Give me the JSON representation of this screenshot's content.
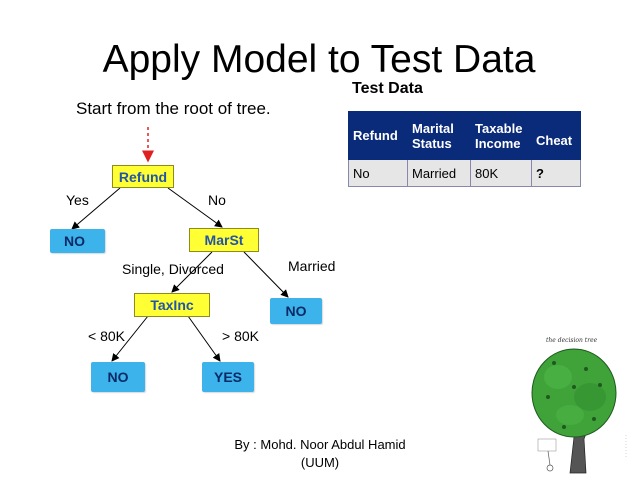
{
  "title": "Apply Model to Test Data",
  "subtitle": "Start from the root of tree.",
  "test_data": {
    "heading": "Test Data",
    "headers": [
      "Refund",
      "Marital\nStatus",
      "Taxable\nIncome",
      "Cheat"
    ],
    "row": [
      "No",
      "Married",
      "80K",
      "?"
    ]
  },
  "tree": {
    "root": "Refund",
    "root_yes": "Yes",
    "root_no": "No",
    "leaf_no_1": "NO",
    "marst": "MarSt",
    "marst_single": "Single, Divorced",
    "marst_married": "Married",
    "taxinc": "TaxInc",
    "leaf_no_2": "NO",
    "tax_low": "< 80K",
    "tax_high": "> 80K",
    "leaf_no_3": "NO",
    "leaf_yes": "YES"
  },
  "credit": {
    "line1": "By : Mohd. Noor Abdul Hamid",
    "line2": "(UUM)"
  },
  "cartoon_caption": "the decision tree",
  "colors": {
    "decision_node": "#ffff33",
    "leaf_node": "#3db3ec",
    "table_header": "#0a2a7a",
    "arrow_root": "#e02020",
    "tree_leaves": "#3fa33a"
  }
}
